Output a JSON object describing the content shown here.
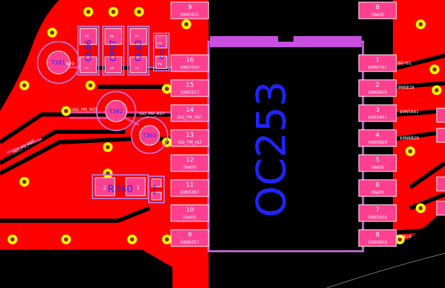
{
  "colors": {
    "background": "#000000",
    "copper": "#ff0000",
    "pad": "#ff3f8f",
    "pad_outline": "#ffffff",
    "body_outline": "#c070d0",
    "body_fill": "#000000",
    "silk_purple": "#c84fe0",
    "designator": "#1f24ff",
    "via_ring": "#f7f700",
    "via_hole": "#8b2a00",
    "pad_text": "#ffffff"
  },
  "chip": {
    "designator": "OC253",
    "left_pins": [
      {
        "num": "9",
        "net": "$9N5931"
      },
      {
        "num": "16",
        "net": "$9N7040"
      },
      {
        "num": "15",
        "net": "$9N5257"
      },
      {
        "num": "14",
        "net": "ISO_PM_RST"
      },
      {
        "num": "13",
        "net": "ISO_PM_ALT"
      },
      {
        "num": "12",
        "net": "(Net0)"
      },
      {
        "num": "11",
        "net": "$9N5367"
      },
      {
        "num": "10",
        "net": "(Net0)"
      },
      {
        "num": "9",
        "net": "$9N6257"
      }
    ],
    "right_pins": [
      {
        "num": "8",
        "net": "(Net0)"
      },
      {
        "num": "1",
        "net": "$9N6761"
      },
      {
        "num": "2",
        "net": "$9N6819"
      },
      {
        "num": "3",
        "net": "$9N5841"
      },
      {
        "num": "4",
        "net": "$9N6829"
      },
      {
        "num": "5",
        "net": "(Net0)"
      },
      {
        "num": "6",
        "net": "(Net0)"
      },
      {
        "num": "7",
        "net": "$9N5603"
      },
      {
        "num": "8",
        "net": "$9N6819"
      }
    ]
  },
  "capacitors": [
    {
      "designator": "C686",
      "pad_left": "1",
      "pad_right": "2"
    },
    {
      "designator": "C557",
      "pad_left": "1",
      "pad_right": "2"
    },
    {
      "designator": "C683",
      "pad_left": "1",
      "pad_right": "2"
    },
    {
      "designator": "C351",
      "pad_left": "2",
      "pad_right": "1"
    }
  ],
  "test_points": [
    {
      "designator": "T381"
    },
    {
      "designator": "T362"
    },
    {
      "designator": "T360"
    }
  ],
  "resistor": {
    "designator": "R380",
    "pad_left": "2",
    "pad_right": "1"
  },
  "small_part": {
    "designator": "R35",
    "pad_top": "2",
    "pad_bottom": "1"
  },
  "net_labels": {
    "iso_pm_rst": "ISO_PM_RST",
    "iso_pm_rst_2": "ISO_PM_RST",
    "iso_ps_rst": "ISO_PS_RST",
    "n70": "N70",
    "n6761": "N6761",
    "n6819": "9N6819",
    "n5841": "$9N5841",
    "n6829": "$9N6829",
    "n8819": "N6819"
  }
}
